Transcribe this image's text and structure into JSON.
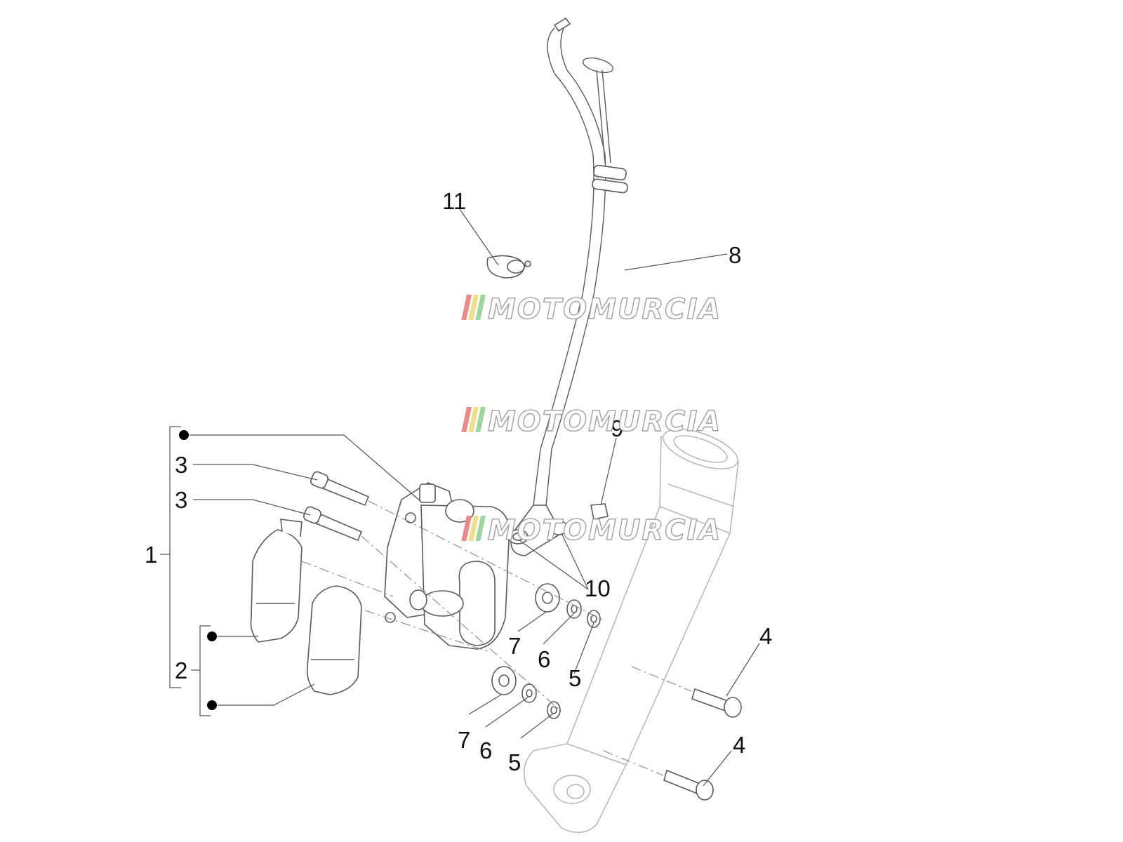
{
  "diagram": {
    "callouts": {
      "c1": "1",
      "c2": "2",
      "c3a": "3",
      "c3b": "3",
      "c4a": "4",
      "c4b": "4",
      "c5a": "5",
      "c5b": "5",
      "c6a": "6",
      "c6b": "6",
      "c7a": "7",
      "c7b": "7",
      "c8": "8",
      "c9": "9",
      "c10": "10",
      "c11": "11"
    },
    "watermark": {
      "text": "MOTOMURCIA",
      "stripe_colors": [
        "#e88a8a",
        "#f0df8a",
        "#9fd39f"
      ]
    },
    "colors": {
      "line": "#5a5a5a",
      "fork_line": "#b0b0b0",
      "background": "#ffffff"
    }
  }
}
